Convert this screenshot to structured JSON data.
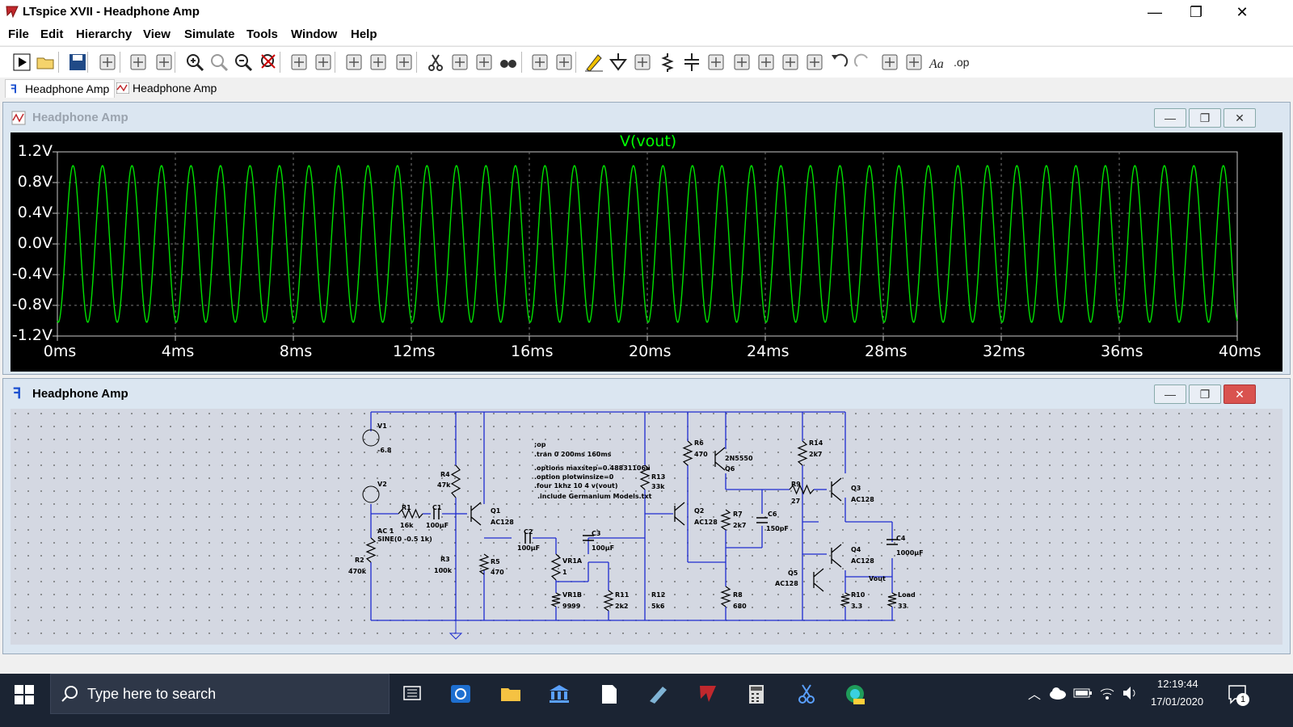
{
  "window": {
    "title": "LTspice XVII - Headphone Amp",
    "minimize": "—",
    "maximize": "❐",
    "close": "✕"
  },
  "menu": [
    "File",
    "Edit",
    "Hierarchy",
    "View",
    "Simulate",
    "Tools",
    "Window",
    "Help"
  ],
  "toolbar": {
    "icons": [
      "run-icon",
      "open-icon",
      "save-icon",
      "control-panel-icon",
      "run-man-icon",
      "pan-hand-icon",
      "zoom-in-icon",
      "zoom-area-icon",
      "zoom-out-icon",
      "zoom-cancel-icon",
      "autorange-icon",
      "waveform-icon",
      "tile-horizontal-icon",
      "cascade-icon",
      "tile-vertical-icon",
      "cut-icon",
      "copy-icon",
      "paste-icon",
      "find-icon",
      "print-setup-icon",
      "print-icon",
      "draw-wire-icon",
      "ground-icon",
      "label-net-icon",
      "resistor-icon",
      "capacitor-icon",
      "inductor-icon",
      "diode-icon",
      "component-icon",
      "move-icon",
      "drag-icon",
      "undo-icon",
      "redo-icon",
      "rotate-icon",
      "mirror-icon",
      "text-icon",
      "spice-directive-icon"
    ],
    "text_label": "Aa",
    "op_label": ".op"
  },
  "tabs": [
    {
      "label": "Headphone Amp",
      "icon": "schematic-icon"
    },
    {
      "label": "Headphone Amp",
      "icon": "waveform-icon"
    }
  ],
  "waveform_window": {
    "title": "Headphone Amp",
    "min": "—",
    "max": "❐",
    "close": "✕"
  },
  "schematic_window": {
    "title": "Headphone Amp",
    "min": "—",
    "max": "❐",
    "close": "✕"
  },
  "chart_data": {
    "type": "line",
    "title": "V(vout)",
    "xlabel": "",
    "ylabel": "",
    "x_ticks": [
      "0ms",
      "4ms",
      "8ms",
      "12ms",
      "16ms",
      "20ms",
      "24ms",
      "28ms",
      "32ms",
      "36ms",
      "40ms"
    ],
    "y_ticks": [
      "1.2V",
      "0.8V",
      "0.4V",
      "0.0V",
      "-0.4V",
      "-0.8V",
      "-1.2V"
    ],
    "xlim": [
      0,
      40
    ],
    "ylim": [
      -1.2,
      1.2
    ],
    "x_unit": "ms",
    "y_unit": "V",
    "series": [
      {
        "name": "V(vout)",
        "color": "#00e000",
        "amplitude": 1.02,
        "frequency_khz": 1,
        "phase_cycles": 0.72
      }
    ],
    "grid": true
  },
  "schematic": {
    "directives": [
      ";op",
      ".tran 0 200ms 160ms",
      ".options maxstep=0.48831106u",
      ".option plotwinsize=0",
      ".four 1khz 10 4 v(vout)",
      ".include Germanium Models.txt"
    ],
    "components": [
      [
        "V1",
        ""
      ],
      [
        "-6.8",
        ""
      ],
      [
        "V2",
        ""
      ],
      [
        "R1",
        ""
      ],
      [
        "16k",
        ""
      ],
      [
        "C1",
        ""
      ],
      [
        "100µF",
        ""
      ],
      [
        "AC 1",
        ""
      ],
      [
        "SINE(0 -0.5 1k)",
        ""
      ],
      [
        "R2",
        ""
      ],
      [
        "470k",
        ""
      ],
      [
        "R4",
        ""
      ],
      [
        "47k",
        ""
      ],
      [
        "R3",
        ""
      ],
      [
        "100k",
        ""
      ],
      [
        "Q1",
        ""
      ],
      [
        "AC128",
        ""
      ],
      [
        "R5",
        ""
      ],
      [
        "470",
        ""
      ],
      [
        "C2",
        ""
      ],
      [
        "100µF",
        ""
      ],
      [
        "C3",
        ""
      ],
      [
        "100µF",
        ""
      ],
      [
        "VR1A",
        ""
      ],
      [
        "1",
        ""
      ],
      [
        "VR1B",
        ""
      ],
      [
        "9999",
        ""
      ],
      [
        "R11",
        ""
      ],
      [
        "2k2",
        ""
      ],
      [
        "R13",
        ""
      ],
      [
        "33k",
        ""
      ],
      [
        "R12",
        ""
      ],
      [
        "5k6",
        ""
      ],
      [
        "R6",
        ""
      ],
      [
        "470",
        ""
      ],
      [
        "2N5550",
        ""
      ],
      [
        "Q6",
        ""
      ],
      [
        "Q2",
        ""
      ],
      [
        "AC128",
        ""
      ],
      [
        "R7",
        ""
      ],
      [
        "2k7",
        ""
      ],
      [
        "R8",
        ""
      ],
      [
        "680",
        ""
      ],
      [
        "C6",
        ""
      ],
      [
        "150pF",
        ""
      ],
      [
        "R9",
        ""
      ],
      [
        "27",
        ""
      ],
      [
        "R14",
        ""
      ],
      [
        "2k7",
        ""
      ],
      [
        "Q3",
        ""
      ],
      [
        "AC128",
        ""
      ],
      [
        "Q4",
        ""
      ],
      [
        "AC128",
        ""
      ],
      [
        "Q5",
        ""
      ],
      [
        "AC128",
        ""
      ],
      [
        "R10",
        ""
      ],
      [
        "3.3",
        ""
      ],
      [
        "C4",
        ""
      ],
      [
        "1000µF",
        ""
      ],
      [
        "Vout",
        ""
      ],
      [
        "Load",
        ""
      ],
      [
        "33",
        ""
      ]
    ]
  },
  "taskbar": {
    "search_placeholder": "Type here to search",
    "apps": [
      "task-view-icon",
      "sync-icon",
      "file-explorer-icon",
      "bank-icon",
      "document-icon",
      "notebook-icon",
      "ltspice-icon",
      "calculator-icon",
      "snipping-tool-icon",
      "edge-dev-icon"
    ],
    "time": "12:19:44",
    "date": "17/01/2020",
    "notification_count": "1"
  }
}
